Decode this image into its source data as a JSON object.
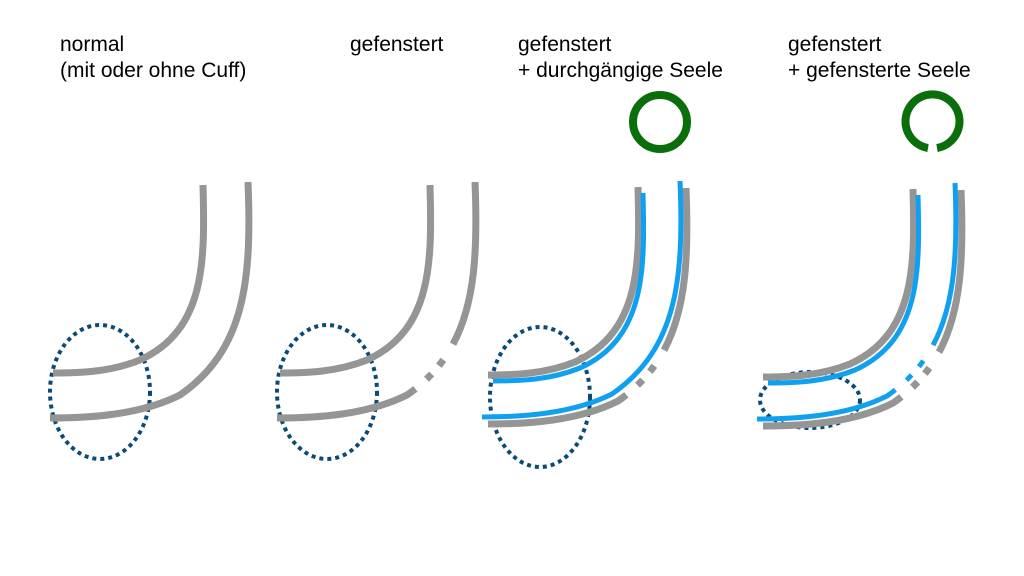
{
  "labels": [
    {
      "line1": "normal",
      "line2": "(mit oder ohne Cuff)"
    },
    {
      "line1": "gefenstert",
      "line2": ""
    },
    {
      "line1": "gefenstert",
      "line2": "+ durchgängige Seele"
    },
    {
      "line1": "gefenstert",
      "line2": "+ gefensterte Seele"
    }
  ],
  "colors": {
    "tube": "#959595",
    "inner_cannula": "#10a0f0",
    "cuff": "#0b4a75",
    "cross_section": "#0a6e0a"
  }
}
